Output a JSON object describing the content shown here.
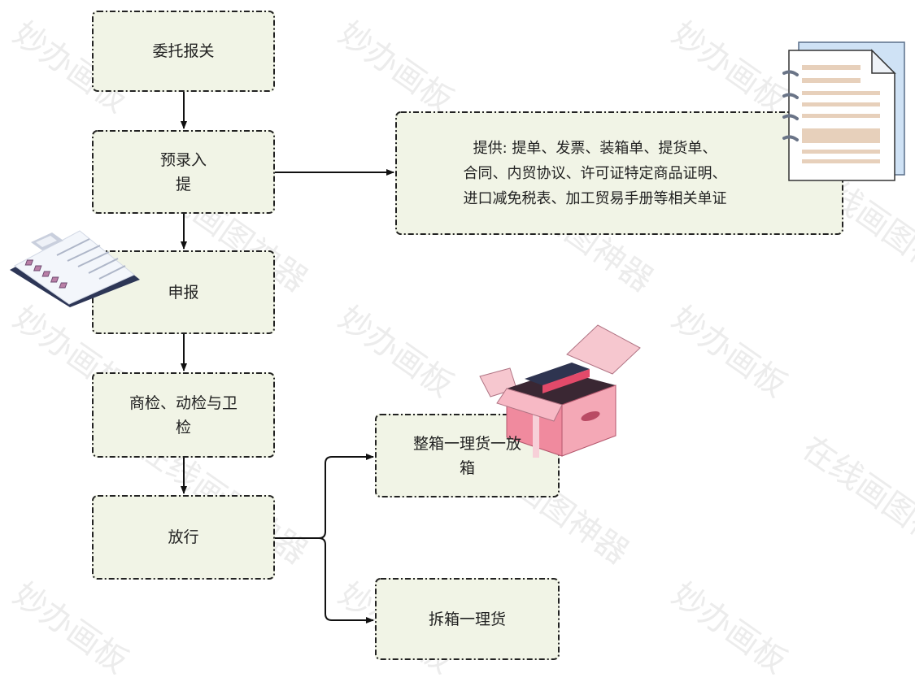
{
  "nodes": {
    "entrust": "委托报关",
    "pre_entry": "预录入\n提",
    "declare": "申报",
    "inspection": "商检、动检与卫\n检",
    "release": "放行",
    "fcl": "整箱一理货一放\n箱",
    "lcl": "拆箱一理货",
    "documents": "提供: 提单、发票、装箱单、提货单、\n合同、内贸协议、许可证特定商品证明、\n进口减免税表、加工贸易手册等相关单证"
  },
  "watermark": {
    "primary": "妙办画板",
    "secondary": "在线画图神器"
  },
  "colors": {
    "node_fill": "#f1f4e6",
    "node_border": "#222222",
    "arrow": "#111111"
  },
  "icons": [
    "clipboard-icon",
    "cardboard-box-icon",
    "document-pages-icon"
  ]
}
